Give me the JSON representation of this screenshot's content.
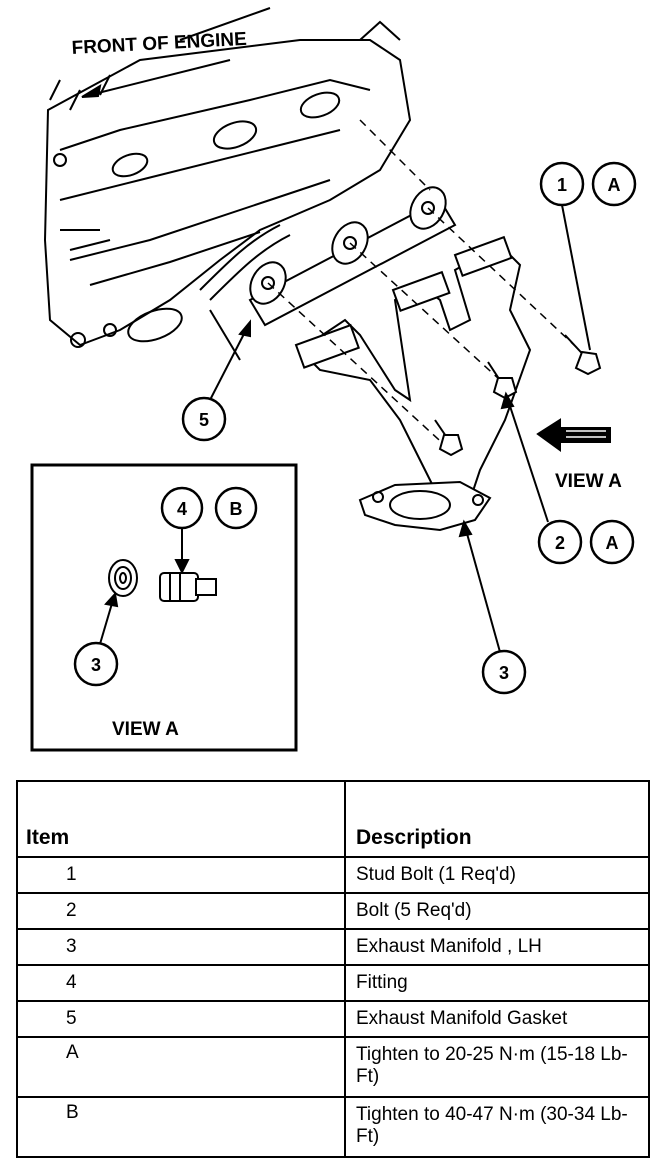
{
  "diagram": {
    "front_of_engine_label": "FRONT OF ENGINE",
    "view_a_label": "VIEW A",
    "inset_title": "VIEW A",
    "callouts": {
      "c1": "1",
      "c1_tag": "A",
      "c2": "2",
      "c2_tag": "A",
      "c3_main": "3",
      "c3_inset": "3",
      "c4": "4",
      "c4_tag": "B",
      "c5": "5"
    }
  },
  "table": {
    "header_item": "Item",
    "header_description": "Description",
    "rows": [
      {
        "item": "1",
        "description": "Stud Bolt (1 Req'd)"
      },
      {
        "item": "2",
        "description": "Bolt (5 Req'd)"
      },
      {
        "item": "3",
        "description": "Exhaust Manifold , LH"
      },
      {
        "item": "4",
        "description": "Fitting"
      },
      {
        "item": "5",
        "description": "Exhaust Manifold Gasket"
      },
      {
        "item": "A",
        "description": "Tighten to 20-25 N·m (15-18 Lb-Ft)"
      },
      {
        "item": "B",
        "description": "Tighten to 40-47 N·m (30-34 Lb-Ft)"
      }
    ]
  }
}
